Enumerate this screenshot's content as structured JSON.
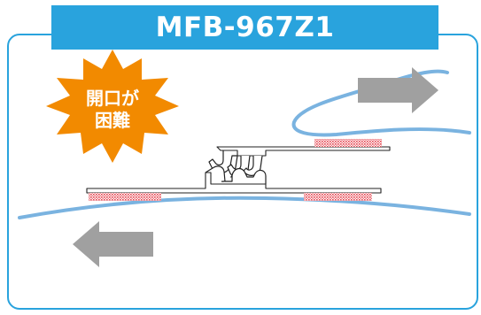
{
  "title": "MFB-967Z1",
  "badge": {
    "line1": "開口が",
    "line2": "困難"
  },
  "colors": {
    "frame": "#29a3dd",
    "title_bg": "#29a3dd",
    "title_text": "#ffffff",
    "badge_fill": "#f28a00",
    "badge_text": "#ffffff",
    "film": "#7ab3e0",
    "arrow": "#a0a0a0",
    "adhesive": "#e4434e",
    "zipper_outline": "#222222"
  },
  "icons": {
    "badge": "starburst-badge",
    "arrow_right": "arrow-right-icon",
    "arrow_left": "arrow-left-icon"
  }
}
